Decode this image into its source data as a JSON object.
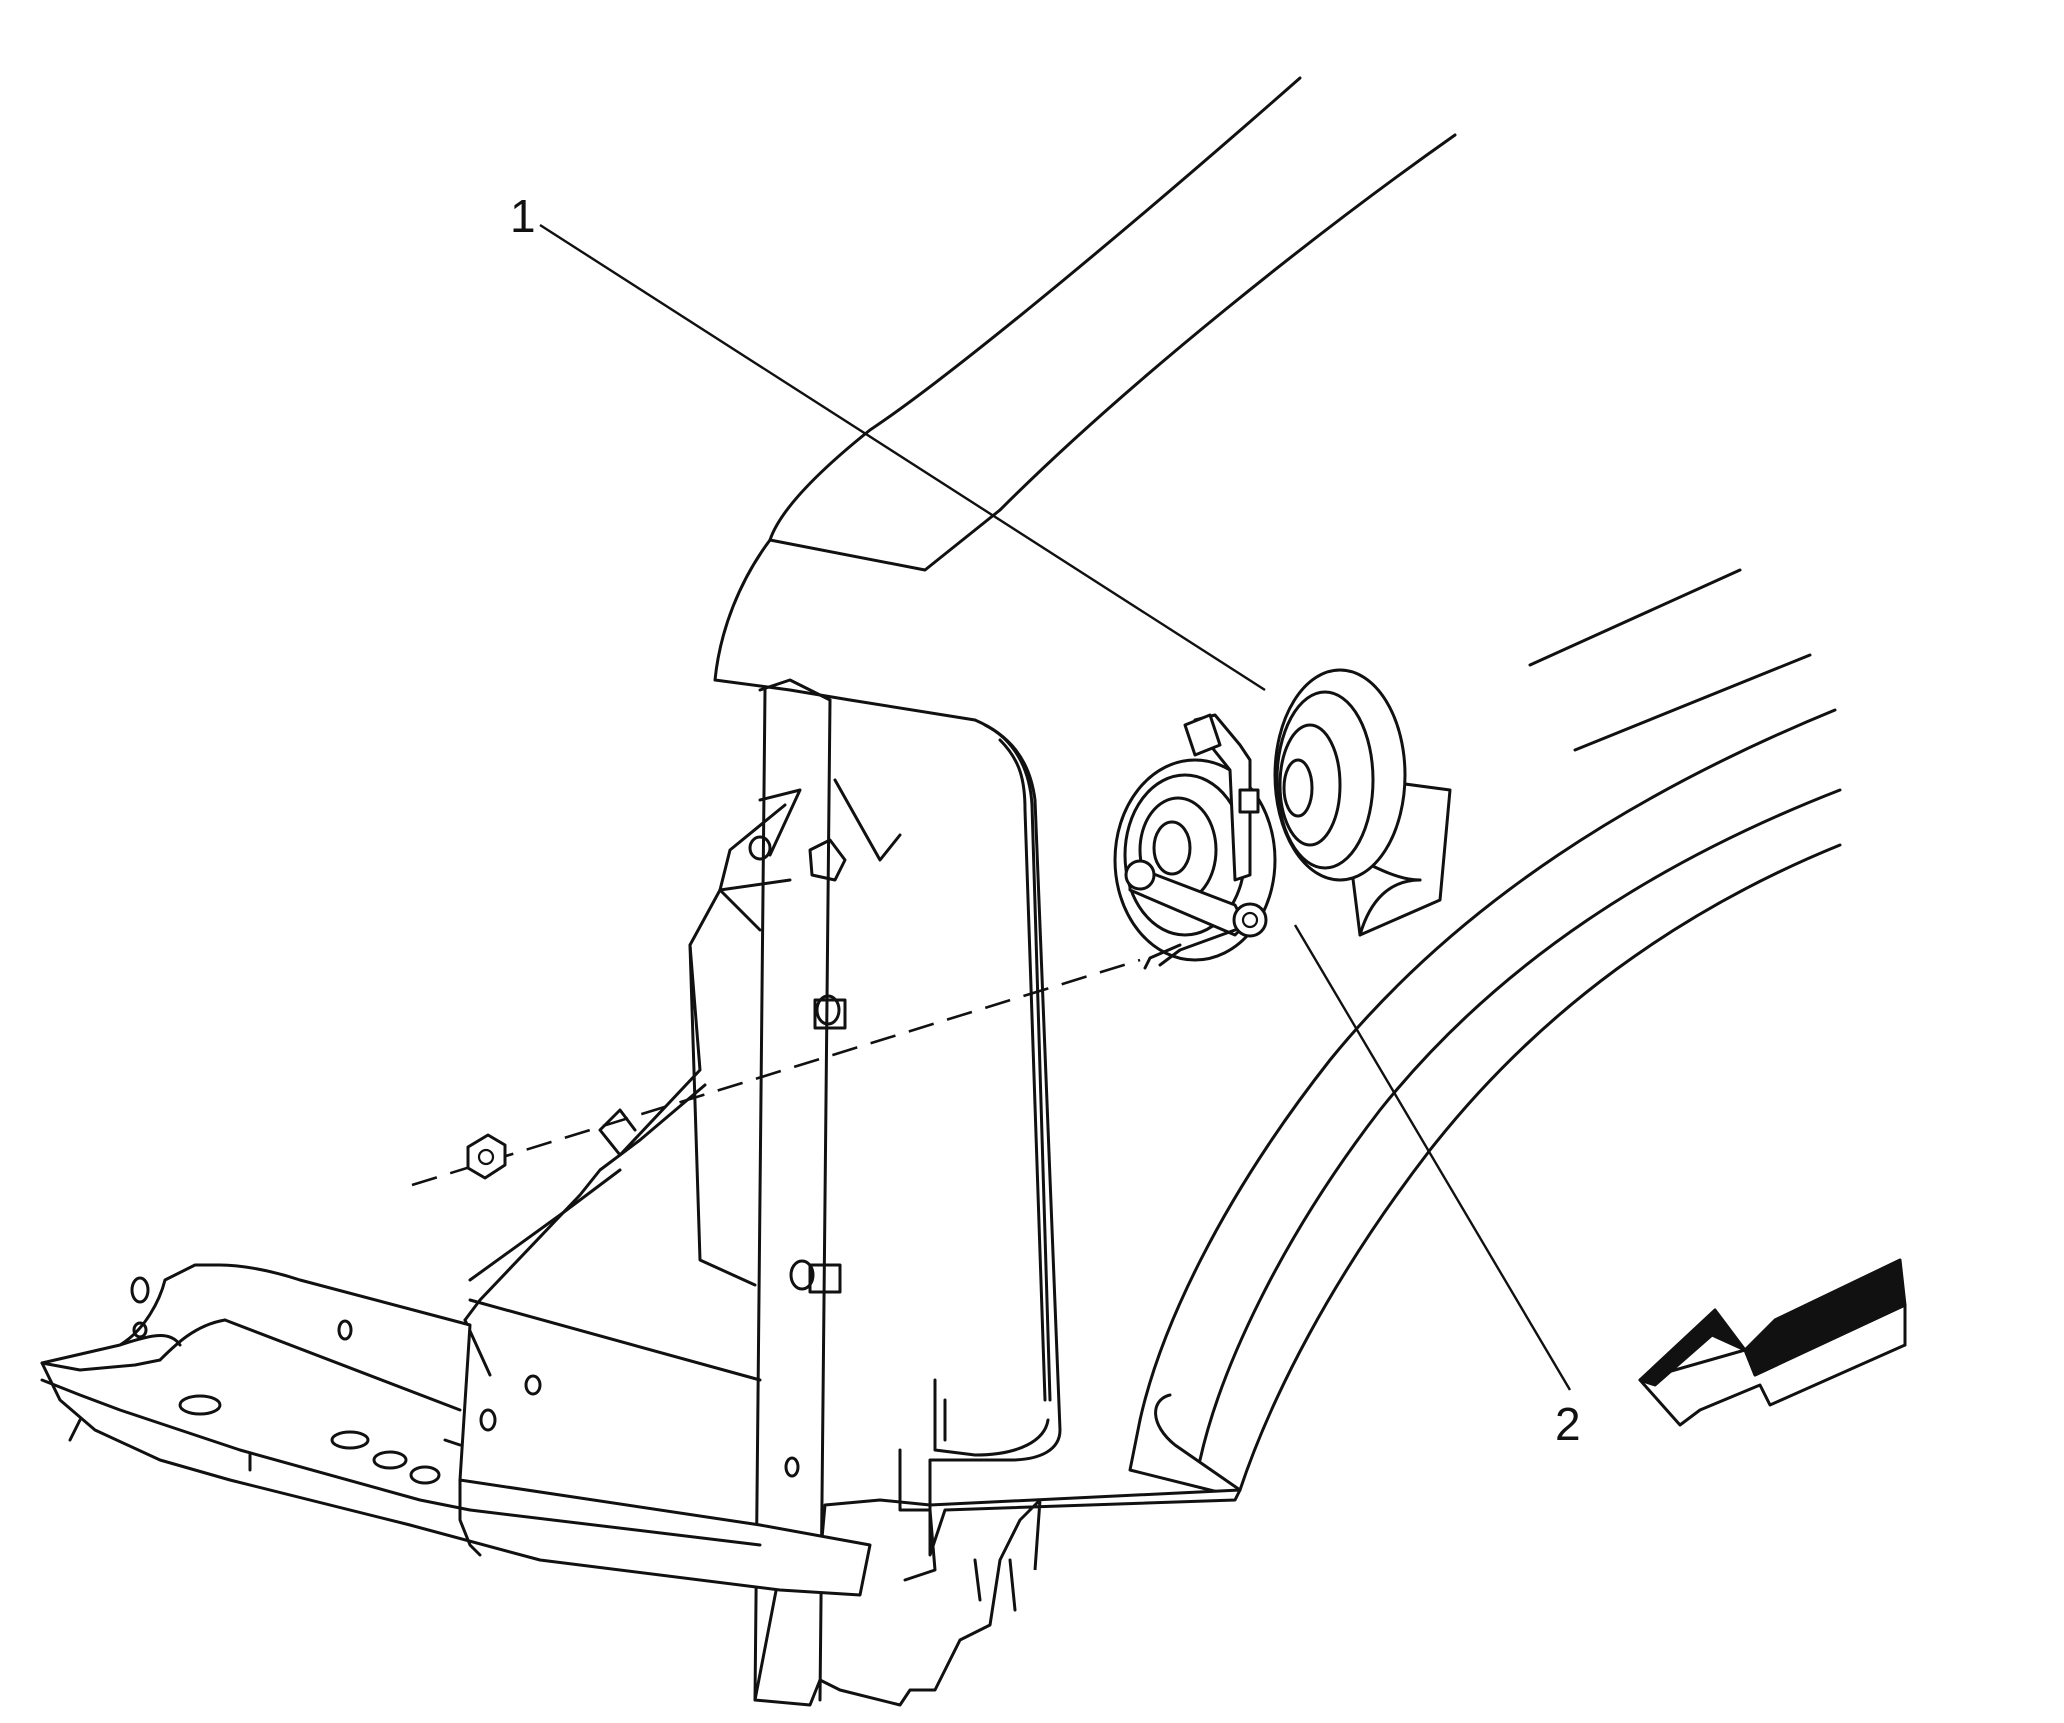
{
  "callouts": [
    {
      "id": "1",
      "label": "1"
    },
    {
      "id": "2",
      "label": "2"
    }
  ],
  "icons": [
    "view-direction-arrow-icon",
    "hex-nut-icon"
  ],
  "colors": {
    "line": "#111111",
    "background": "#ffffff"
  }
}
